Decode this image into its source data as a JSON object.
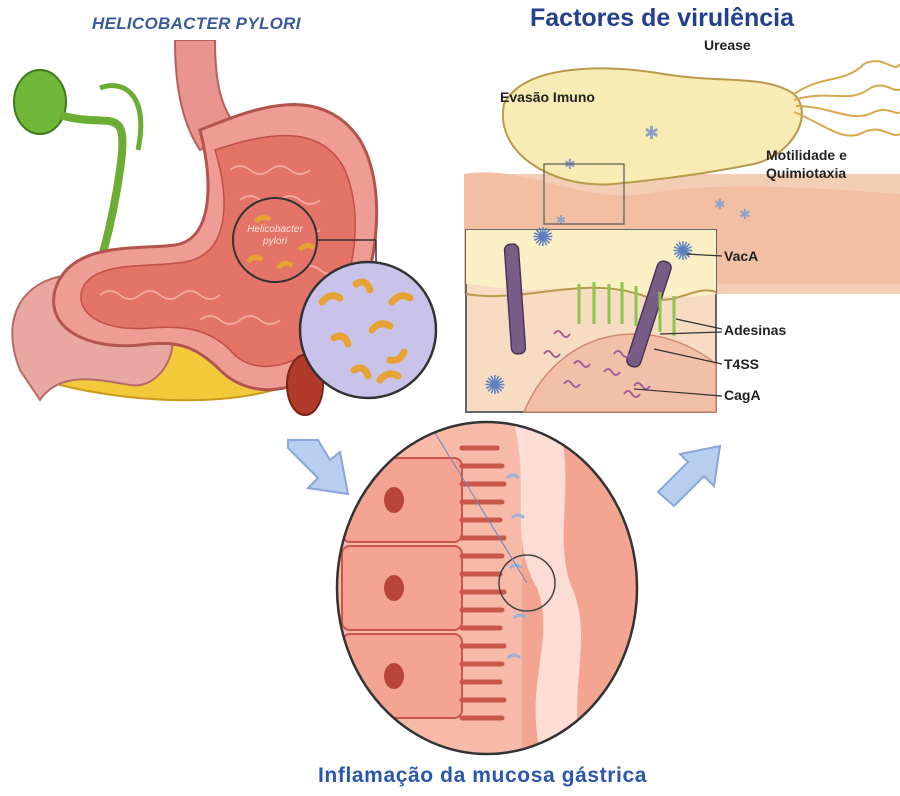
{
  "titles": {
    "left": "HELICOBACTER PYLORI",
    "right": "Factores de virulência",
    "bottom": "Inflamação da mucosa gástrica"
  },
  "stomach": {
    "inset_label_line1": "Helicobacter",
    "inset_label_line2": "pylori"
  },
  "virulence": {
    "urease": "Urease",
    "immune_evasion": "Evasão Imuno",
    "motility_line1": "Motilidade e",
    "motility_line2": "Quimiotaxia",
    "vaca": "VacA",
    "adhesins": "Adesinas",
    "t4ss": "T4SS",
    "caga": "CagA"
  },
  "colors": {
    "title_blue": "#22408e",
    "caption_blue": "#2a56b0",
    "arrow_blue": "#b8cef0",
    "stomach_pink": "#e98a88",
    "bacteria_orange": "#e6a233",
    "mucosa_pink": "#f6b3a4"
  }
}
